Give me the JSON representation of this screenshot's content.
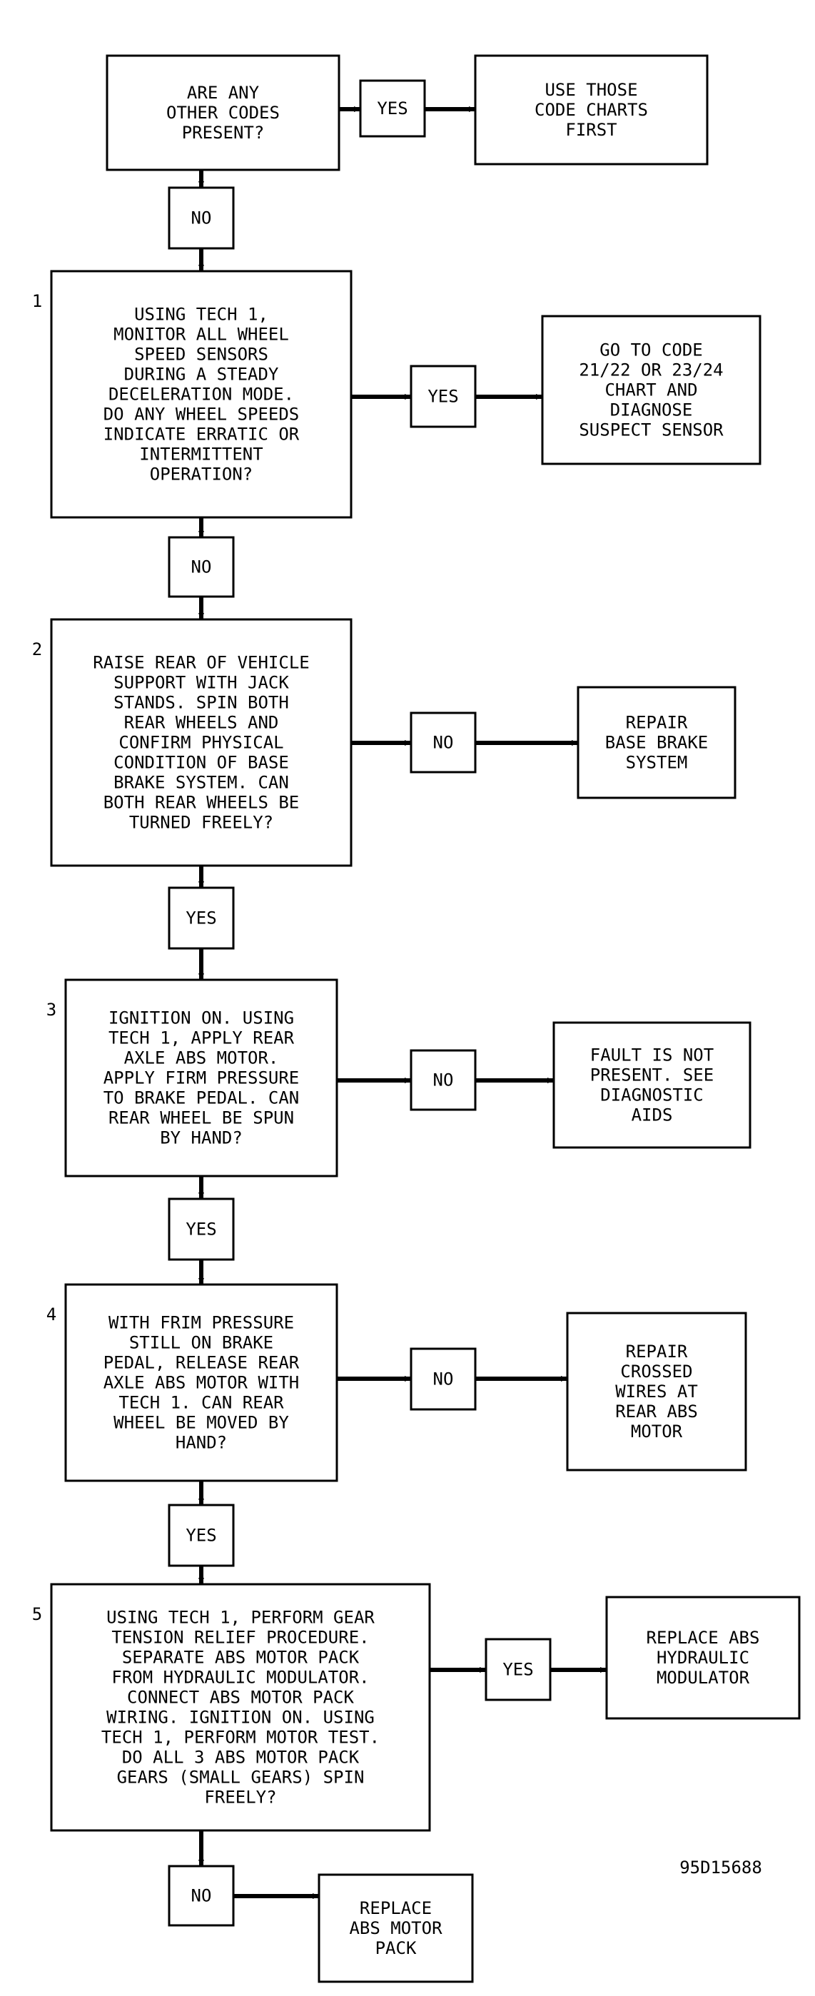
{
  "steps": [
    {
      "id": "start",
      "number": "",
      "lines": [
        "ARE ANY",
        "OTHER CODES",
        "PRESENT?"
      ]
    },
    {
      "id": "s1",
      "number": "1",
      "lines": [
        "USING TECH 1,",
        "MONITOR ALL WHEEL",
        "SPEED SENSORS",
        "DURING A STEADY",
        "DECELERATION MODE.",
        "DO ANY WHEEL SPEEDS",
        "INDICATE ERRATIC OR",
        "INTERMITTENT",
        "OPERATION?"
      ]
    },
    {
      "id": "s2",
      "number": "2",
      "lines": [
        "RAISE REAR OF VEHICLE",
        "SUPPORT WITH JACK",
        "STANDS. SPIN BOTH",
        "REAR WHEELS AND",
        "CONFIRM PHYSICAL",
        "CONDITION OF BASE",
        "BRAKE SYSTEM. CAN",
        "BOTH REAR WHEELS BE",
        "TURNED FREELY?"
      ]
    },
    {
      "id": "s3",
      "number": "3",
      "lines": [
        "IGNITION ON. USING",
        "TECH 1, APPLY REAR",
        "AXLE ABS MOTOR.",
        "APPLY FIRM PRESSURE",
        "TO BRAKE PEDAL. CAN",
        "REAR WHEEL BE SPUN",
        "BY HAND?"
      ]
    },
    {
      "id": "s4",
      "number": "4",
      "lines": [
        "WITH FRIM PRESSURE",
        "STILL ON BRAKE",
        "PEDAL, RELEASE REAR",
        "AXLE ABS MOTOR WITH",
        "TECH 1. CAN REAR",
        "WHEEL BE MOVED BY",
        "HAND?"
      ]
    },
    {
      "id": "s5",
      "number": "5",
      "lines": [
        "USING TECH 1, PERFORM GEAR",
        "TENSION RELIEF PROCEDURE.",
        "SEPARATE ABS MOTOR PACK",
        "FROM HYDRAULIC MODULATOR.",
        "CONNECT ABS MOTOR PACK",
        "WIRING. IGNITION ON. USING",
        "TECH 1, PERFORM MOTOR TEST.",
        "DO ALL 3 ABS MOTOR PACK",
        "GEARS (SMALL GEARS) SPIN",
        "FREELY?"
      ]
    }
  ],
  "outcomes": [
    {
      "id": "o0",
      "lines": [
        "USE THOSE",
        "CODE CHARTS",
        "FIRST"
      ]
    },
    {
      "id": "o1",
      "lines": [
        "GO TO CODE",
        "21/22 OR 23/24",
        "CHART AND",
        "DIAGNOSE",
        "SUSPECT SENSOR"
      ]
    },
    {
      "id": "o2",
      "lines": [
        "REPAIR",
        "BASE BRAKE",
        "SYSTEM"
      ]
    },
    {
      "id": "o3",
      "lines": [
        "FAULT IS NOT",
        "PRESENT. SEE",
        "DIAGNOSTIC",
        "AIDS"
      ]
    },
    {
      "id": "o4",
      "lines": [
        "REPAIR",
        "CROSSED",
        "WIRES AT",
        "REAR ABS",
        "MOTOR"
      ]
    },
    {
      "id": "o5",
      "lines": [
        "REPLACE ABS",
        "HYDRAULIC",
        "MODULATOR"
      ]
    },
    {
      "id": "o6",
      "lines": [
        "REPLACE",
        "ABS MOTOR",
        "PACK"
      ]
    }
  ],
  "answers": [
    {
      "id": "a0y",
      "text": "YES"
    },
    {
      "id": "a0n",
      "text": "NO"
    },
    {
      "id": "a1y",
      "text": "YES"
    },
    {
      "id": "a1n",
      "text": "NO"
    },
    {
      "id": "a2n",
      "text": "NO"
    },
    {
      "id": "a2y",
      "text": "YES"
    },
    {
      "id": "a3n",
      "text": "NO"
    },
    {
      "id": "a3y",
      "text": "YES"
    },
    {
      "id": "a4n",
      "text": "NO"
    },
    {
      "id": "a4y",
      "text": "YES"
    },
    {
      "id": "a5y",
      "text": "YES"
    },
    {
      "id": "a5n",
      "text": "NO"
    }
  ],
  "figure_id": "95D15688"
}
